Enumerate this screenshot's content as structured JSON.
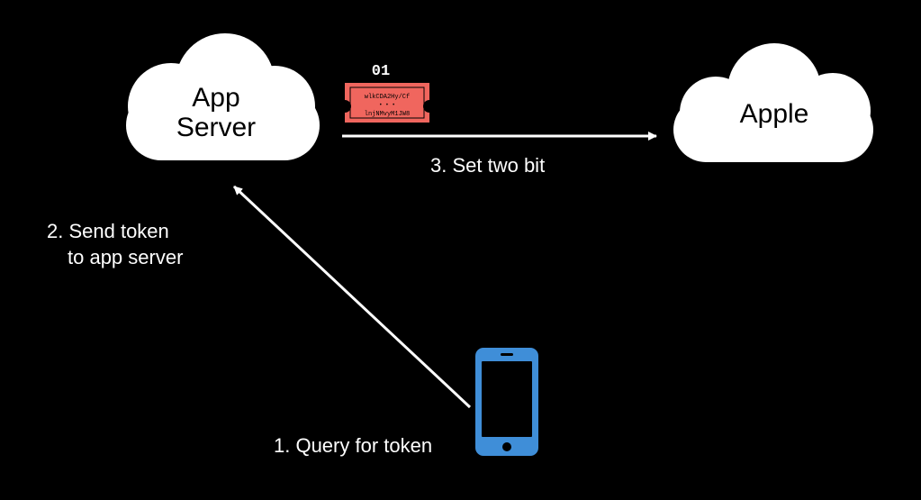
{
  "nodes": {
    "app_server": {
      "line1": "App",
      "line2": "Server"
    },
    "apple": {
      "label": "Apple"
    }
  },
  "token": {
    "bits": "01",
    "line1": "wlkCDA2Hy/Cf",
    "dots": "• • •",
    "line2": "lnjNMvyM1JW8",
    "color": "#f0665e"
  },
  "steps": {
    "step1": "1. Query for token",
    "step2_line1": "2. Send token",
    "step2_line2": "to app server",
    "step3": "3. Set two bit"
  },
  "colors": {
    "background": "#000000",
    "cloud": "#ffffff",
    "arrow": "#ffffff",
    "phone": "#3f8ed8"
  }
}
